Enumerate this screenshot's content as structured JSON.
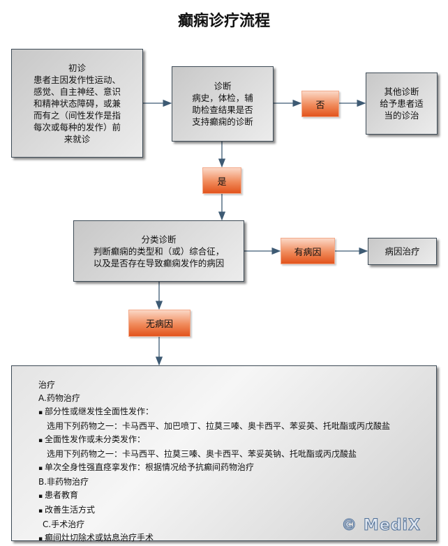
{
  "title": "癫痫诊疗流程",
  "initial": {
    "heading": "初诊",
    "lines": [
      "患者主因发作性运动、",
      "感觉、自主神经、意识",
      "和精神状态障碍，或兼",
      "而有之（间性发作是指",
      "每次或每种的发作）前",
      "来就诊"
    ]
  },
  "diagnosis": {
    "heading": "诊断",
    "lines": [
      "病史，体检，辅",
      "助检查结果是否",
      "支持癫痫的诊断"
    ]
  },
  "no_label": "否",
  "other": {
    "heading": "其他诊断",
    "lines": [
      "给予患者适",
      "当的诊治"
    ]
  },
  "yes_label": "是",
  "classify": {
    "heading": "分类诊断",
    "lines": [
      "判断癫痫的类型和（或）综合征，",
      "以及是否存在导致癫痫发作的病因"
    ]
  },
  "has_cause_label": "有病因",
  "cause_treatment": "病因治疗",
  "no_cause_label": "无病因",
  "treatment": {
    "heading": "治疗",
    "a_title": "A.药物治疗",
    "a1": "部分性或继发性全面性发作：",
    "a1_detail": "选用下列药物之一：卡马西平、加巴喷丁、拉莫三嗪、奥卡西平、苯妥英、托吡酯或丙戊酸盐",
    "a2": "全面性发作或未分类发作：",
    "a2_detail": "选用下列药物之一：卡马西平、拉莫三嗪、奥卡西平、苯妥英钠、托吡酯或丙戊酸盐",
    "a3": "单次全身性强直痉挛发作：根据情况给予抗癫间药物治疗",
    "b_title": "B.非药物治疗",
    "b1": "患者教育",
    "b2": "改善生活方式",
    "c_title": "C.手术治疗",
    "c1": "癫间灶切除术或姑息治疗手术"
  },
  "watermark": "© MediX"
}
